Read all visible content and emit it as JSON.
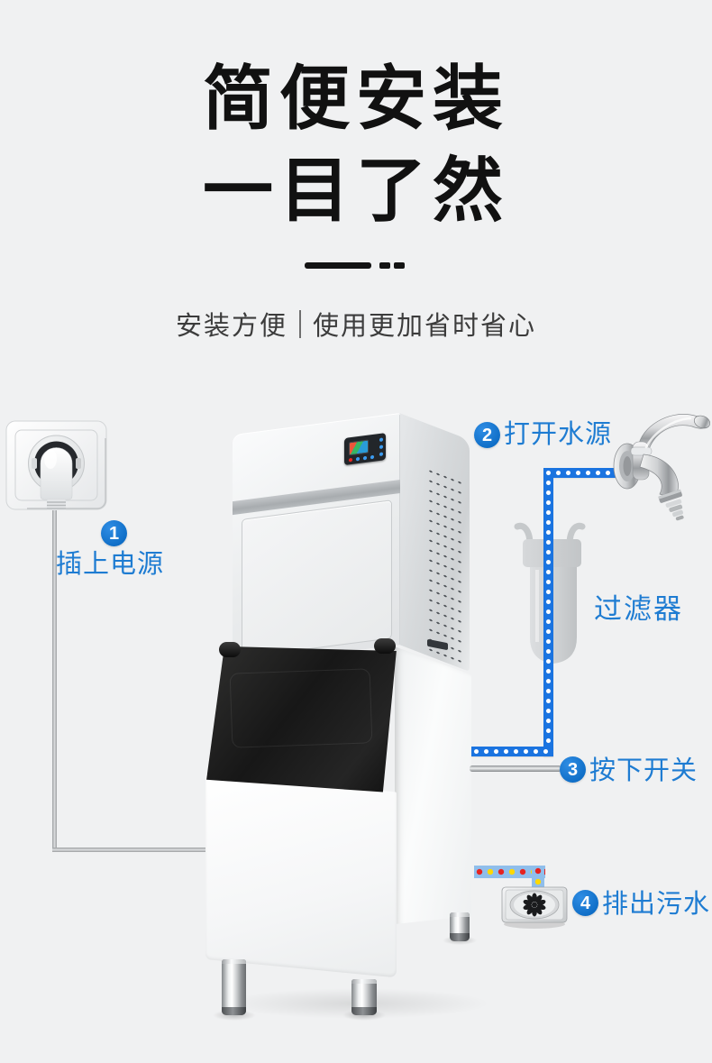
{
  "header": {
    "title_line1": "简便安装",
    "title_line2": "一目了然",
    "subtitle_left": "安装方便",
    "subtitle_right": "使用更加省时省心"
  },
  "steps": [
    {
      "num": "1",
      "label": "插上电源"
    },
    {
      "num": "2",
      "label": "打开水源"
    },
    {
      "num": "3",
      "label": "按下开关"
    },
    {
      "num": "4",
      "label": "排出污水"
    }
  ],
  "annotations": {
    "filter_label": "过滤器"
  },
  "icons": [
    "power-socket-icon",
    "power-plug-icon",
    "power-cord-line",
    "faucet-icon",
    "water-filter-icon",
    "water-pipe-line",
    "switch-cord-line",
    "drain-pipe-line",
    "floor-drain-icon",
    "ice-machine-illustration"
  ],
  "colors": {
    "background": "#f0f1f2",
    "title_black": "#111111",
    "accent_text_blue": "#1e7cd2",
    "badge_blue": "#0e6dc6",
    "water_pipe_blue": "#1b74e0",
    "drain_pipe_blue": "#8fbeeb",
    "drain_dot_red": "#e62320",
    "drain_dot_yellow": "#ffd900"
  }
}
